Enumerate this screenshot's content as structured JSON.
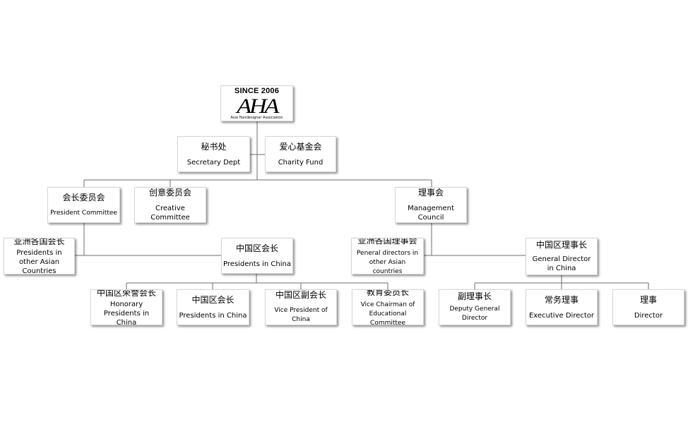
{
  "logo": {
    "since": "SINCE 2006",
    "mark": "AHA",
    "subtitle": "Asia Hairdesigner Association"
  },
  "nodes": {
    "secretary": {
      "cn": "秘书处",
      "en": "Secretary Dept"
    },
    "charity": {
      "cn": "爱心基金会",
      "en": "Charity Fund"
    },
    "president_committee": {
      "cn": "会长委员会",
      "en": "President Committee"
    },
    "creative": {
      "cn": "创意委员会",
      "en": "Creative Committee"
    },
    "management": {
      "cn": "理事会",
      "en": "Management Council"
    },
    "asia_presidents": {
      "cn": "亚洲各国会长",
      "en": "Presidents in other Asian Countries"
    },
    "china_presidents": {
      "cn": "中国区会长",
      "en": "Presidents in China"
    },
    "asia_directors": {
      "cn": "亚洲各国理事会",
      "en": "Peneral directors in other Asian countries"
    },
    "china_general_director": {
      "cn": "中国区理事长",
      "en": "General Director in China"
    },
    "honorary": {
      "cn": "中国区荣誉会长",
      "en": "Honorary Presidents in China"
    },
    "china_presidents_2": {
      "cn": "中国区会长",
      "en": "Presidents in China"
    },
    "vice_president": {
      "cn": "中国区副会长",
      "en": "Vice President of China"
    },
    "education": {
      "cn": "教育委员长",
      "en": "Vice Chairman of Educational Committee"
    },
    "deputy": {
      "cn": "副理事长",
      "en": "Deputy General Director"
    },
    "executive": {
      "cn": "常务理事",
      "en": "Executive Director"
    },
    "director": {
      "cn": "理事",
      "en": "Director"
    }
  },
  "colors": {
    "line": "#6d6d6d",
    "box_border": "#d6d6d6",
    "shadow": "#8a8a8a"
  }
}
